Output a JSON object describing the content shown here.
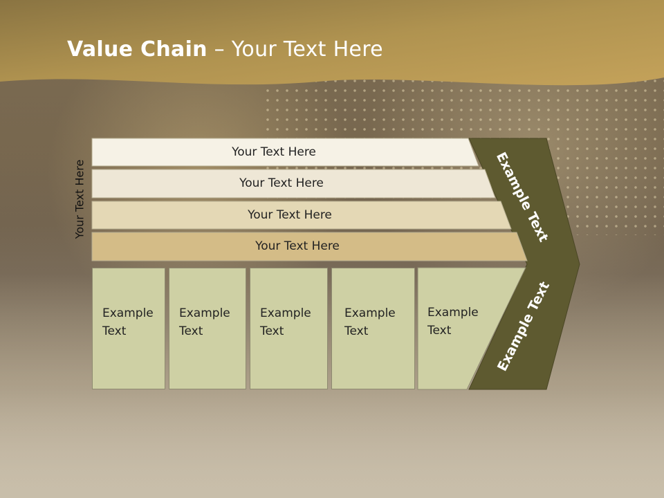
{
  "slide": {
    "title_bold": "Value Chain",
    "title_rest": " – Your Text Here",
    "vertical_label": "Your Text Here"
  },
  "rows": [
    {
      "label": "Your Text Here",
      "fill": "#f6f2e6"
    },
    {
      "label": "Your Text Here",
      "fill": "#eee7d6"
    },
    {
      "label": "Your Text Here",
      "fill": "#e4d8b5"
    },
    {
      "label": "Your Text Here",
      "fill": "#d4bc87"
    }
  ],
  "columns": [
    {
      "line1": "Example",
      "line2": "Text"
    },
    {
      "line1": "Example",
      "line2": "Text"
    },
    {
      "line1": "Example",
      "line2": "Text"
    },
    {
      "line1": "Example",
      "line2": "Text"
    },
    {
      "line1": "Example",
      "line2": "Text"
    }
  ],
  "chevron": {
    "upper_label": "Example Text",
    "lower_label": "Example Text",
    "color": "#5e5a30"
  },
  "colors": {
    "title_band": "#b0944f",
    "column_fill": "#ced0a4"
  }
}
